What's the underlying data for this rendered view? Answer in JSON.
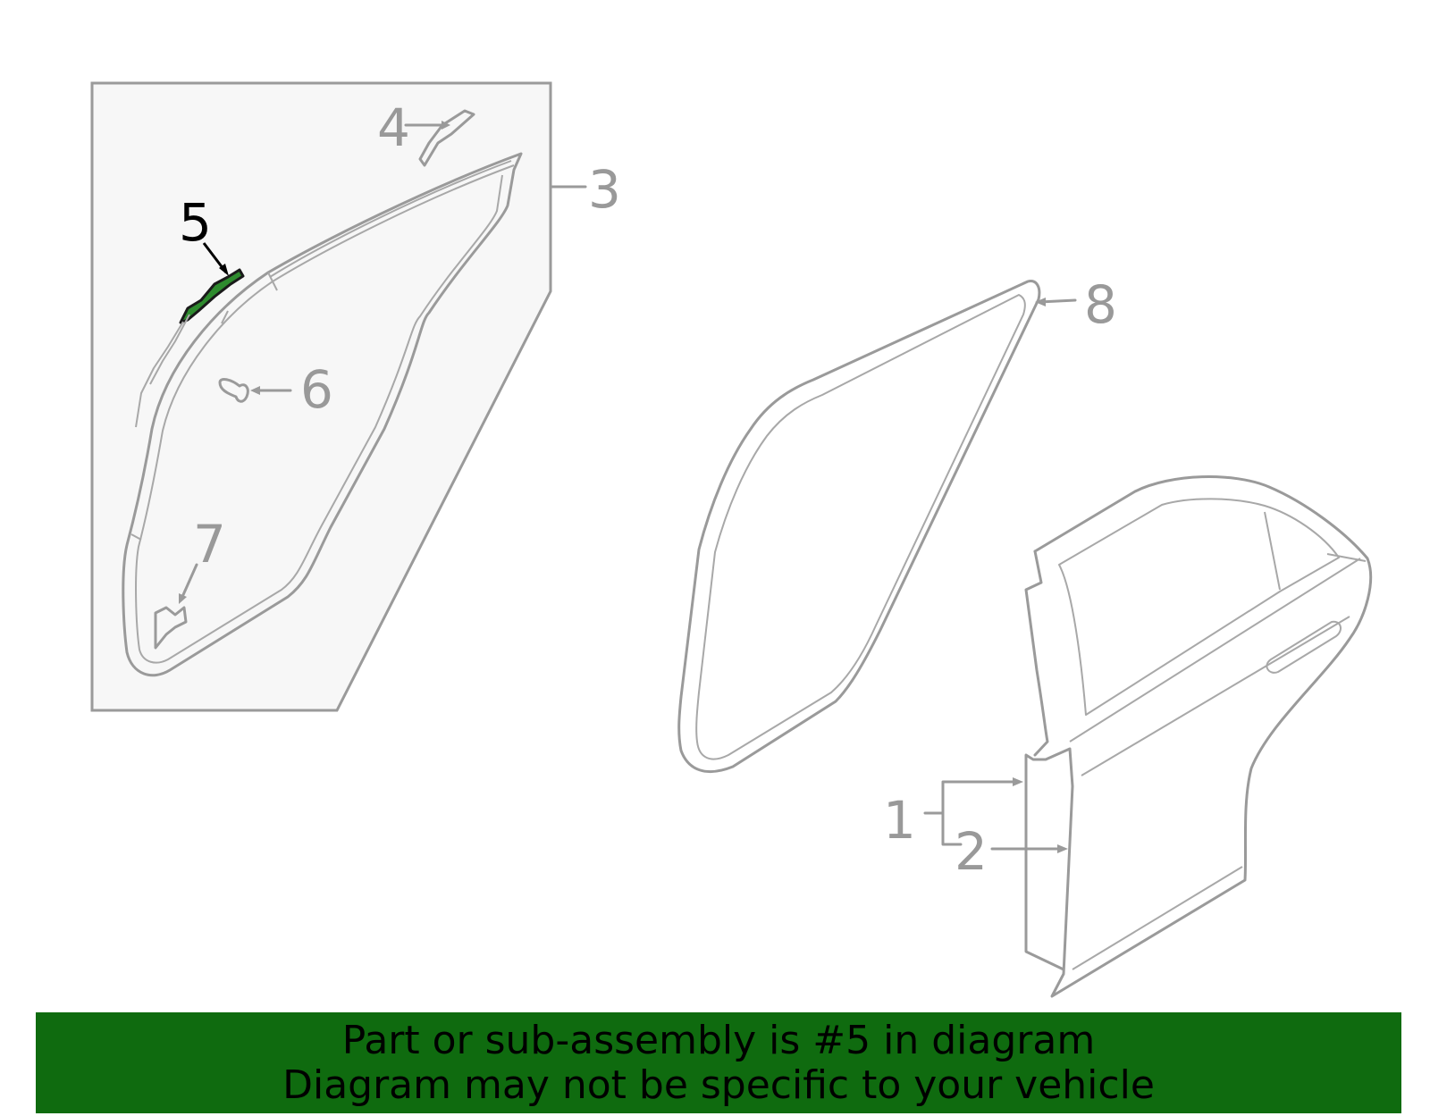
{
  "callouts": {
    "c1": "1",
    "c2": "2",
    "c3": "3",
    "c4": "4",
    "c5": "5",
    "c6": "6",
    "c7": "7",
    "c8": "8"
  },
  "highlight": {
    "part_number": "5",
    "color": "#0f6b0f",
    "part_fill": "#2e8b2e"
  },
  "footer": {
    "line1": "Part or sub-assembly is #5 in diagram",
    "line2": "Diagram may not be specific to your vehicle",
    "background": "#0f6b0f"
  }
}
